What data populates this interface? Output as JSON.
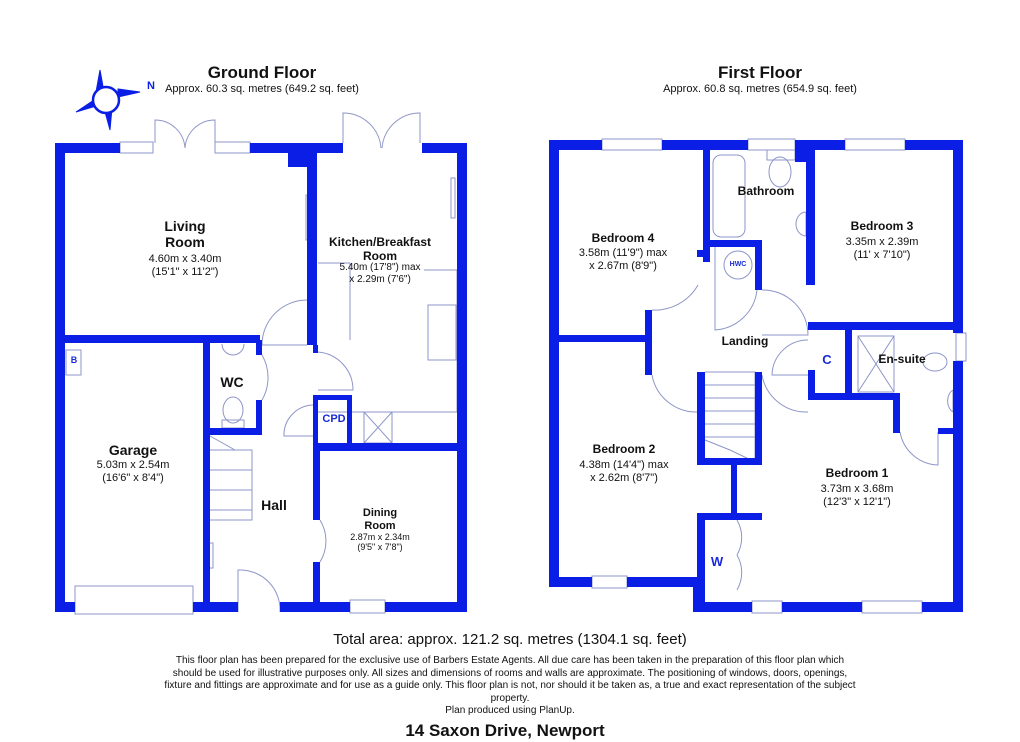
{
  "colors": {
    "wall": "#0a1ee6",
    "fixture": "#8e96c8",
    "tag": "#1a2ad8"
  },
  "compass": {
    "icon": "compass-north-icon",
    "label": "N"
  },
  "ground_floor": {
    "title": "Ground Floor",
    "area": "Approx. 60.3 sq. metres (649.2 sq. feet)",
    "rooms": {
      "living": {
        "name_1": "Living",
        "name_2": "Room",
        "dim_m": "4.60m x 3.40m",
        "dim_ft": "(15'1\" x 11'2\")"
      },
      "kitchen": {
        "name_1": "Kitchen/Breakfast",
        "name_2": "Room",
        "dim_m": "5.40m (17'8\") max",
        "dim_ft": "x 2.29m (7'6\")"
      },
      "garage": {
        "name": "Garage",
        "dim_m": "5.03m x 2.54m",
        "dim_ft": "(16'6\" x 8'4\")"
      },
      "wc": {
        "name": "WC"
      },
      "hall": {
        "name": "Hall"
      },
      "dining": {
        "name_1": "Dining",
        "name_2": "Room",
        "dim_m": "2.87m x 2.34m",
        "dim_ft": "(9'5\" x 7'8\")"
      }
    },
    "tags": {
      "boiler": "B",
      "cupboard": "CPD"
    }
  },
  "first_floor": {
    "title": "First Floor",
    "area": "Approx. 60.8 sq. metres (654.9 sq. feet)",
    "rooms": {
      "bedroom4": {
        "name": "Bedroom 4",
        "dim_m": "3.58m (11'9\") max",
        "dim_ft": "x 2.67m (8'9\")"
      },
      "bathroom": {
        "name": "Bathroom"
      },
      "bedroom3": {
        "name": "Bedroom 3",
        "dim_m": "3.35m x 2.39m",
        "dim_ft": "(11' x 7'10\")"
      },
      "landing": {
        "name": "Landing"
      },
      "ensuite": {
        "name": "En-suite"
      },
      "bedroom2": {
        "name": "Bedroom 2",
        "dim_m": "4.38m (14'4\") max",
        "dim_ft": "x 2.62m (8'7\")"
      },
      "bedroom1": {
        "name": "Bedroom 1",
        "dim_m": "3.73m x 3.68m",
        "dim_ft": "(12'3\" x 12'1\")"
      }
    },
    "tags": {
      "hot_water_cylinder": "HWC",
      "cupboard": "C",
      "wardrobe": "W"
    }
  },
  "footer": {
    "total_area": "Total area: approx. 121.2 sq. metres (1304.1 sq. feet)",
    "disclaimer_1": "This floor plan has been prepared for the exclusive use of Barbers Estate Agents. All due care has been taken in the preparation of this floor plan which should be used for illustrative purposes only. All sizes and dimensions of rooms and walls are approximate. The positioning of windows, doors, openings, fixture and fittings are approximate and for use as a guide only. This floor plan is not, nor should it be taken as, a true and exact representation of the subject property.",
    "disclaimer_2": "Plan produced using PlanUp.",
    "address": "14 Saxon Drive, Newport"
  }
}
